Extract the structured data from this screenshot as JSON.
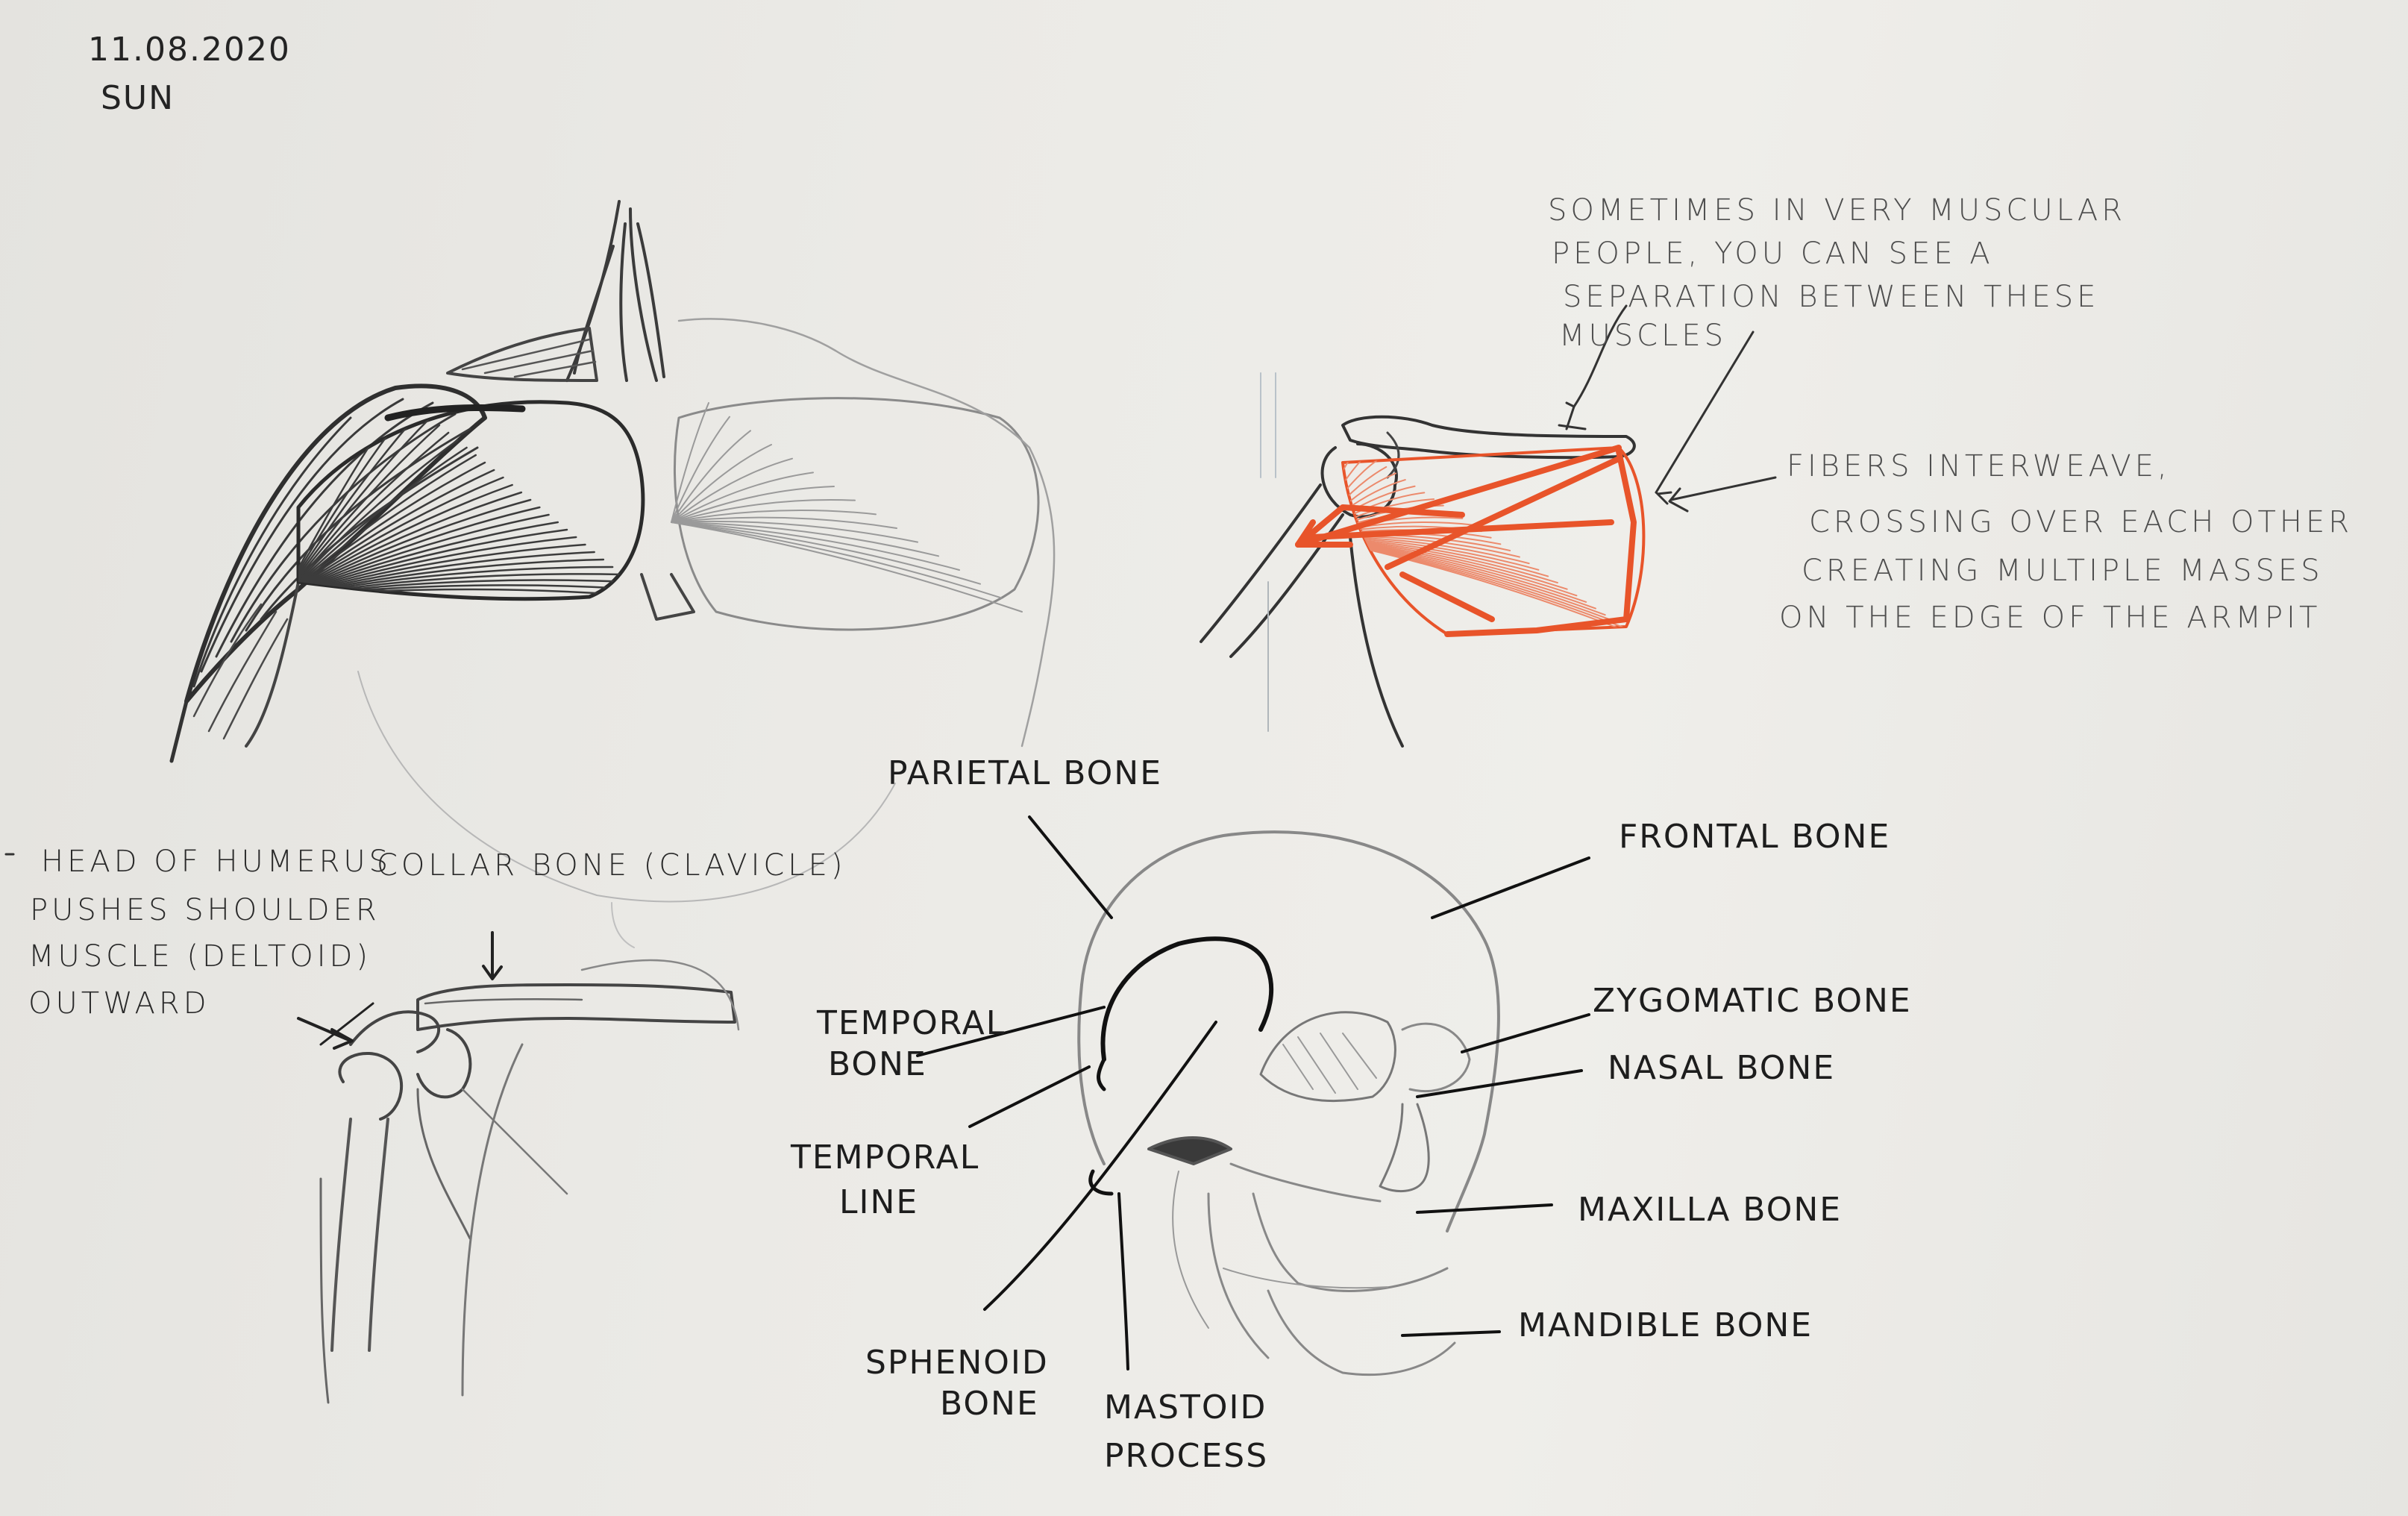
{
  "header": {
    "date": "11.08.2020",
    "day": "SUN"
  },
  "notes": {
    "separation": [
      "SOMETIMES IN VERY MUSCULAR",
      "PEOPLE, YOU CAN SEE A",
      "SEPARATION BETWEEN THESE",
      "MUSCLES"
    ],
    "fibers": [
      "FIBERS INTERWEAVE,",
      "CROSSING OVER EACH OTHER",
      "CREATING MULTIPLE MASSES",
      "ON THE EDGE OF THE ARMPIT"
    ],
    "humerus": [
      "HEAD OF HUMERUS",
      "PUSHES SHOULDER",
      "MUSCLE (DELTOID)",
      "OUTWARD"
    ],
    "collar": "COLLAR BONE (CLAVICLE)"
  },
  "skull_labels": {
    "parietal": "PARIETAL BONE",
    "frontal": "FRONTAL BONE",
    "temporal_bone": [
      "TEMPORAL",
      "BONE"
    ],
    "zygomatic": "ZYGOMATIC BONE",
    "nasal": "NASAL BONE",
    "temporal_line": [
      "TEMPORAL",
      "LINE"
    ],
    "maxilla": "MAXILLA BONE",
    "mandible": "MANDIBLE BONE",
    "sphenoid": [
      "SPHENOID",
      "BONE"
    ],
    "mastoid": [
      "MASTOID",
      "PROCESS"
    ]
  },
  "colors": {
    "ink": "#1d1d1d",
    "pencil": "#555555",
    "accent": "#e8542a",
    "paper": "#ecebe7"
  }
}
